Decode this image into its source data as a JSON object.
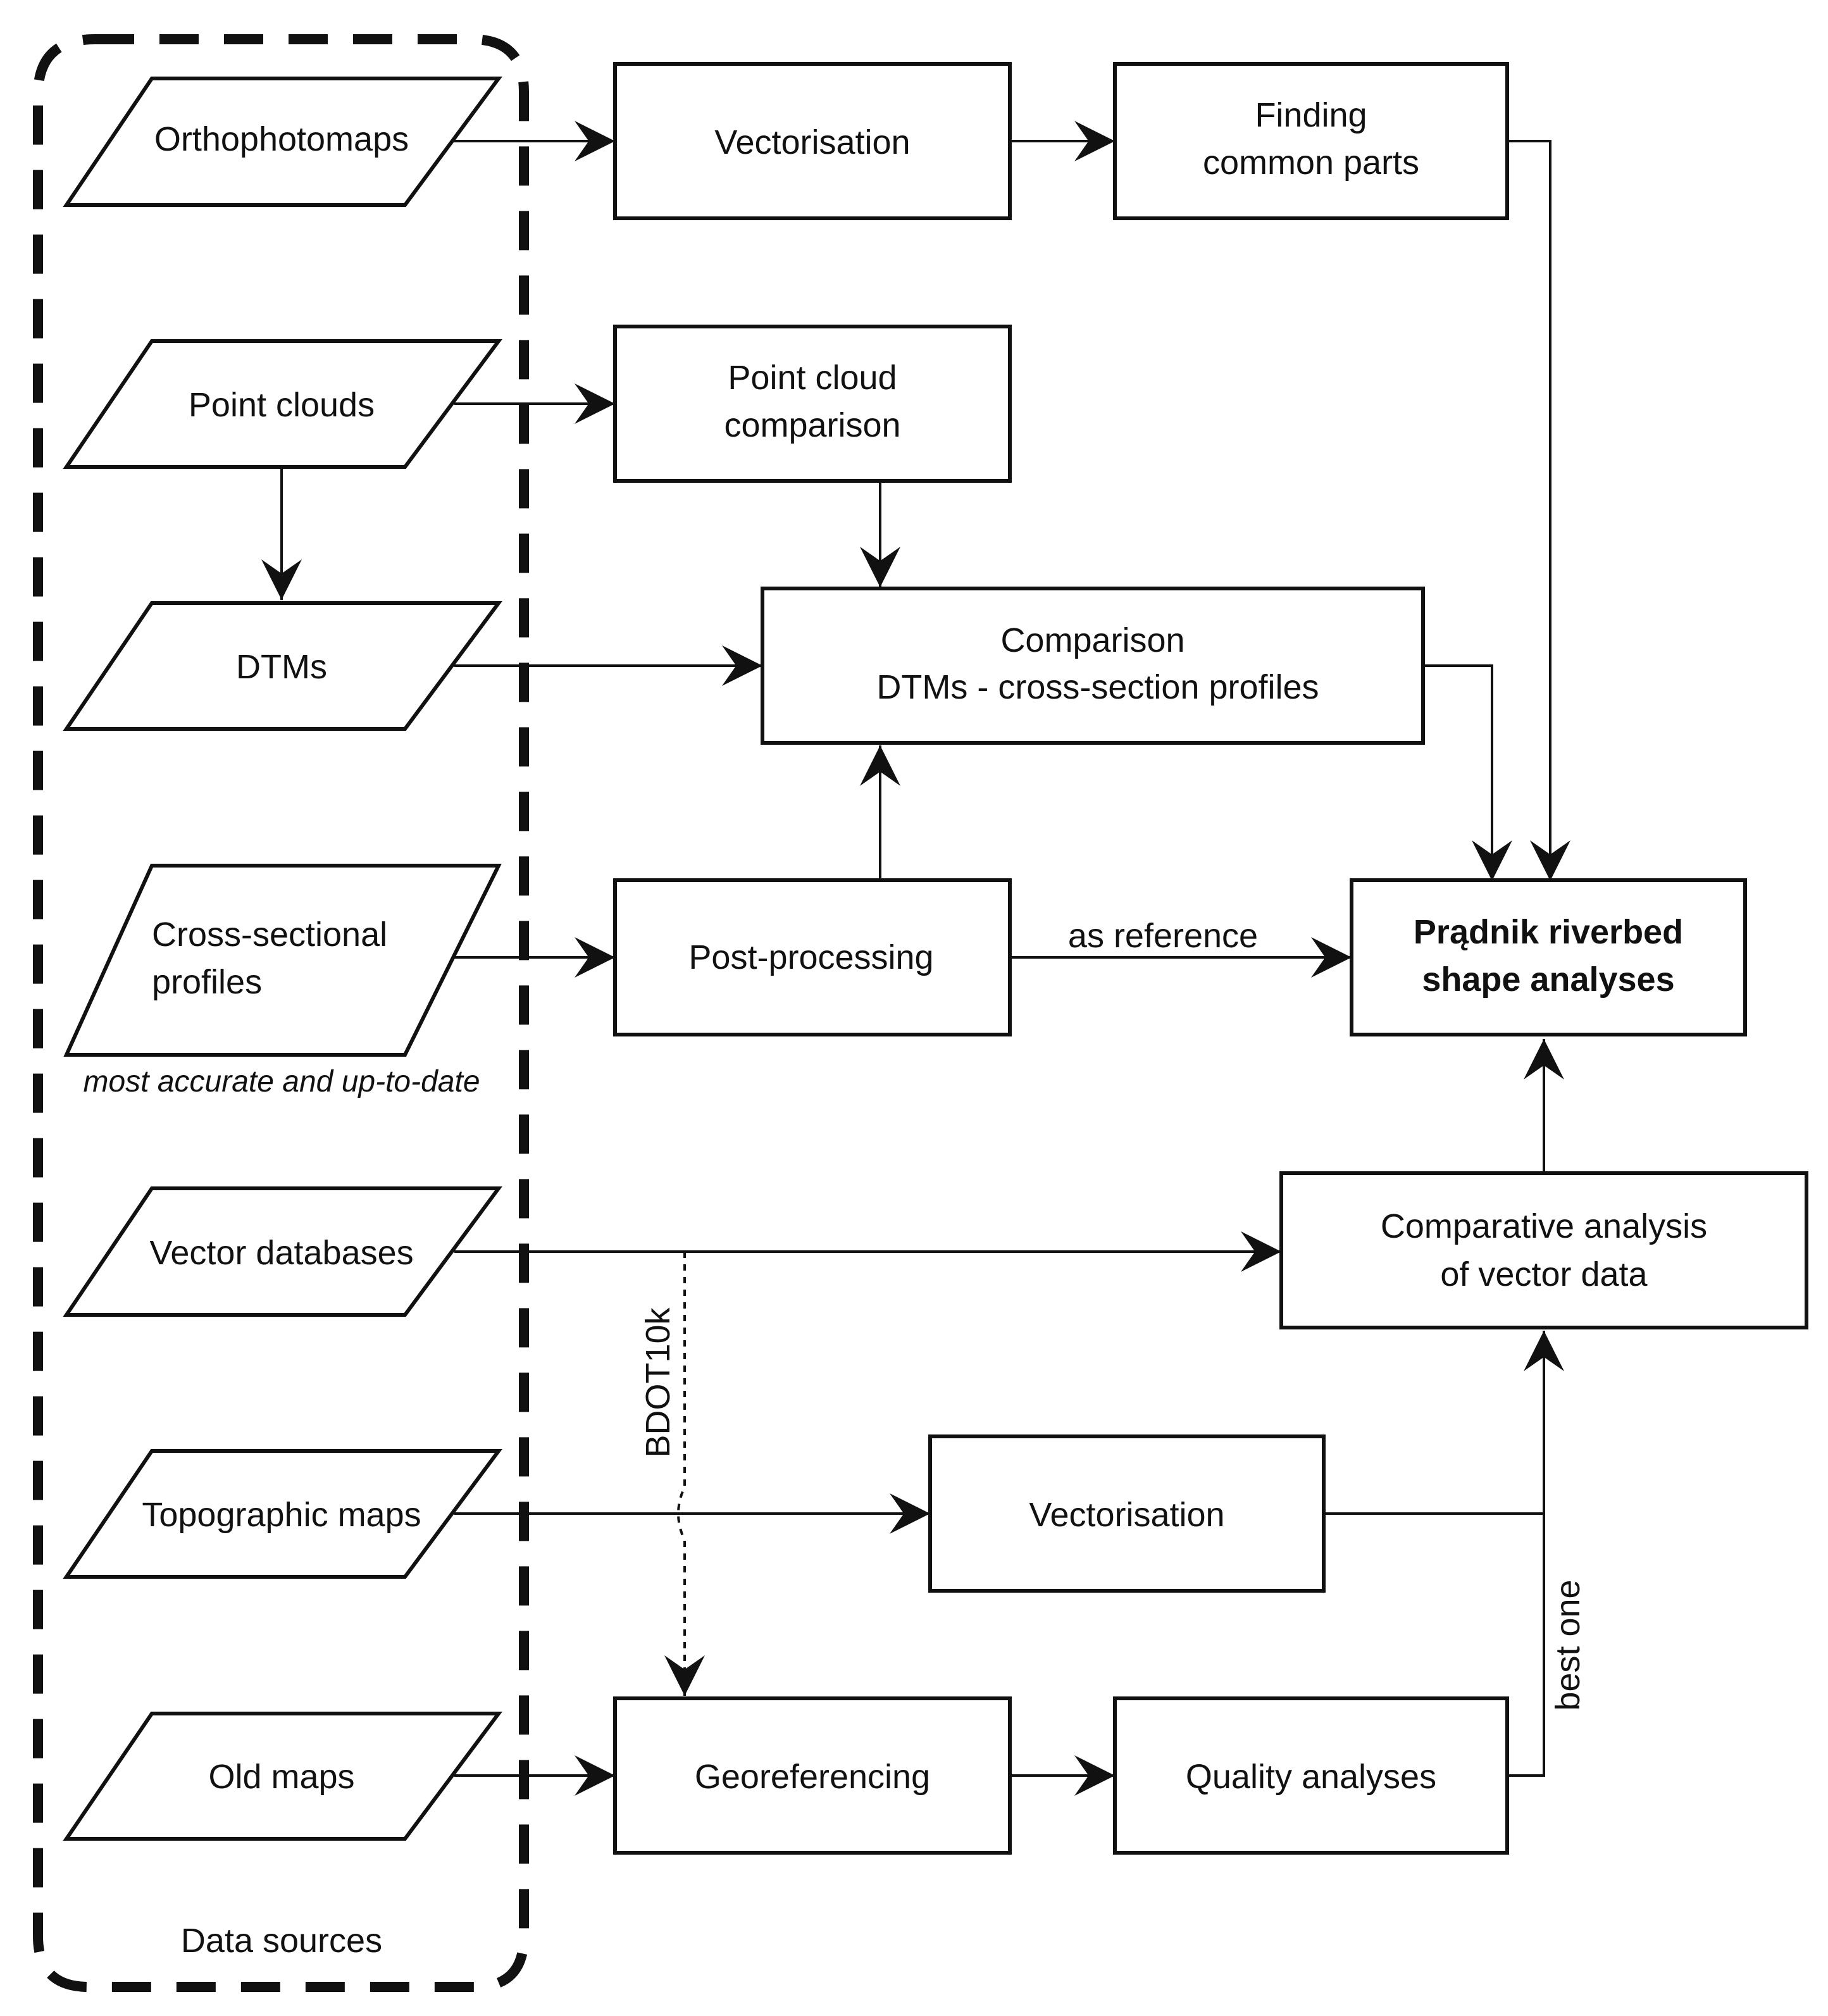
{
  "group_label": "Data sources",
  "sources": {
    "orthophotomaps": "Orthophotomaps",
    "point_clouds": "Point clouds",
    "dtms": "DTMs",
    "cross_sectional_line1": "Cross-sectional",
    "cross_sectional_line2": "profiles",
    "cross_sectional_note": "most accurate and up-to-date",
    "vector_databases": "Vector databases",
    "topographic_maps": "Topographic maps",
    "old_maps": "Old maps"
  },
  "processes": {
    "vectorisation_top": "Vectorisation",
    "finding_line1": "Finding",
    "finding_line2": "common parts",
    "pc_comparison_line1": "Point cloud",
    "pc_comparison_line2": "comparison",
    "comparison_line1": "Comparison",
    "comparison_line2": "DTMs - cross-section profiles",
    "post_processing": "Post-processing",
    "final_line1": "Prądnik riverbed",
    "final_line2": "shape analyses",
    "comparative_line1": "Comparative analysis",
    "comparative_line2": "of vector data",
    "vectorisation_bottom": "Vectorisation",
    "georeferencing": "Georeferencing",
    "quality_analyses": "Quality analyses"
  },
  "edge_labels": {
    "as_reference": "as reference",
    "bdot10k": "BDOT10k",
    "best_one": "best one"
  }
}
